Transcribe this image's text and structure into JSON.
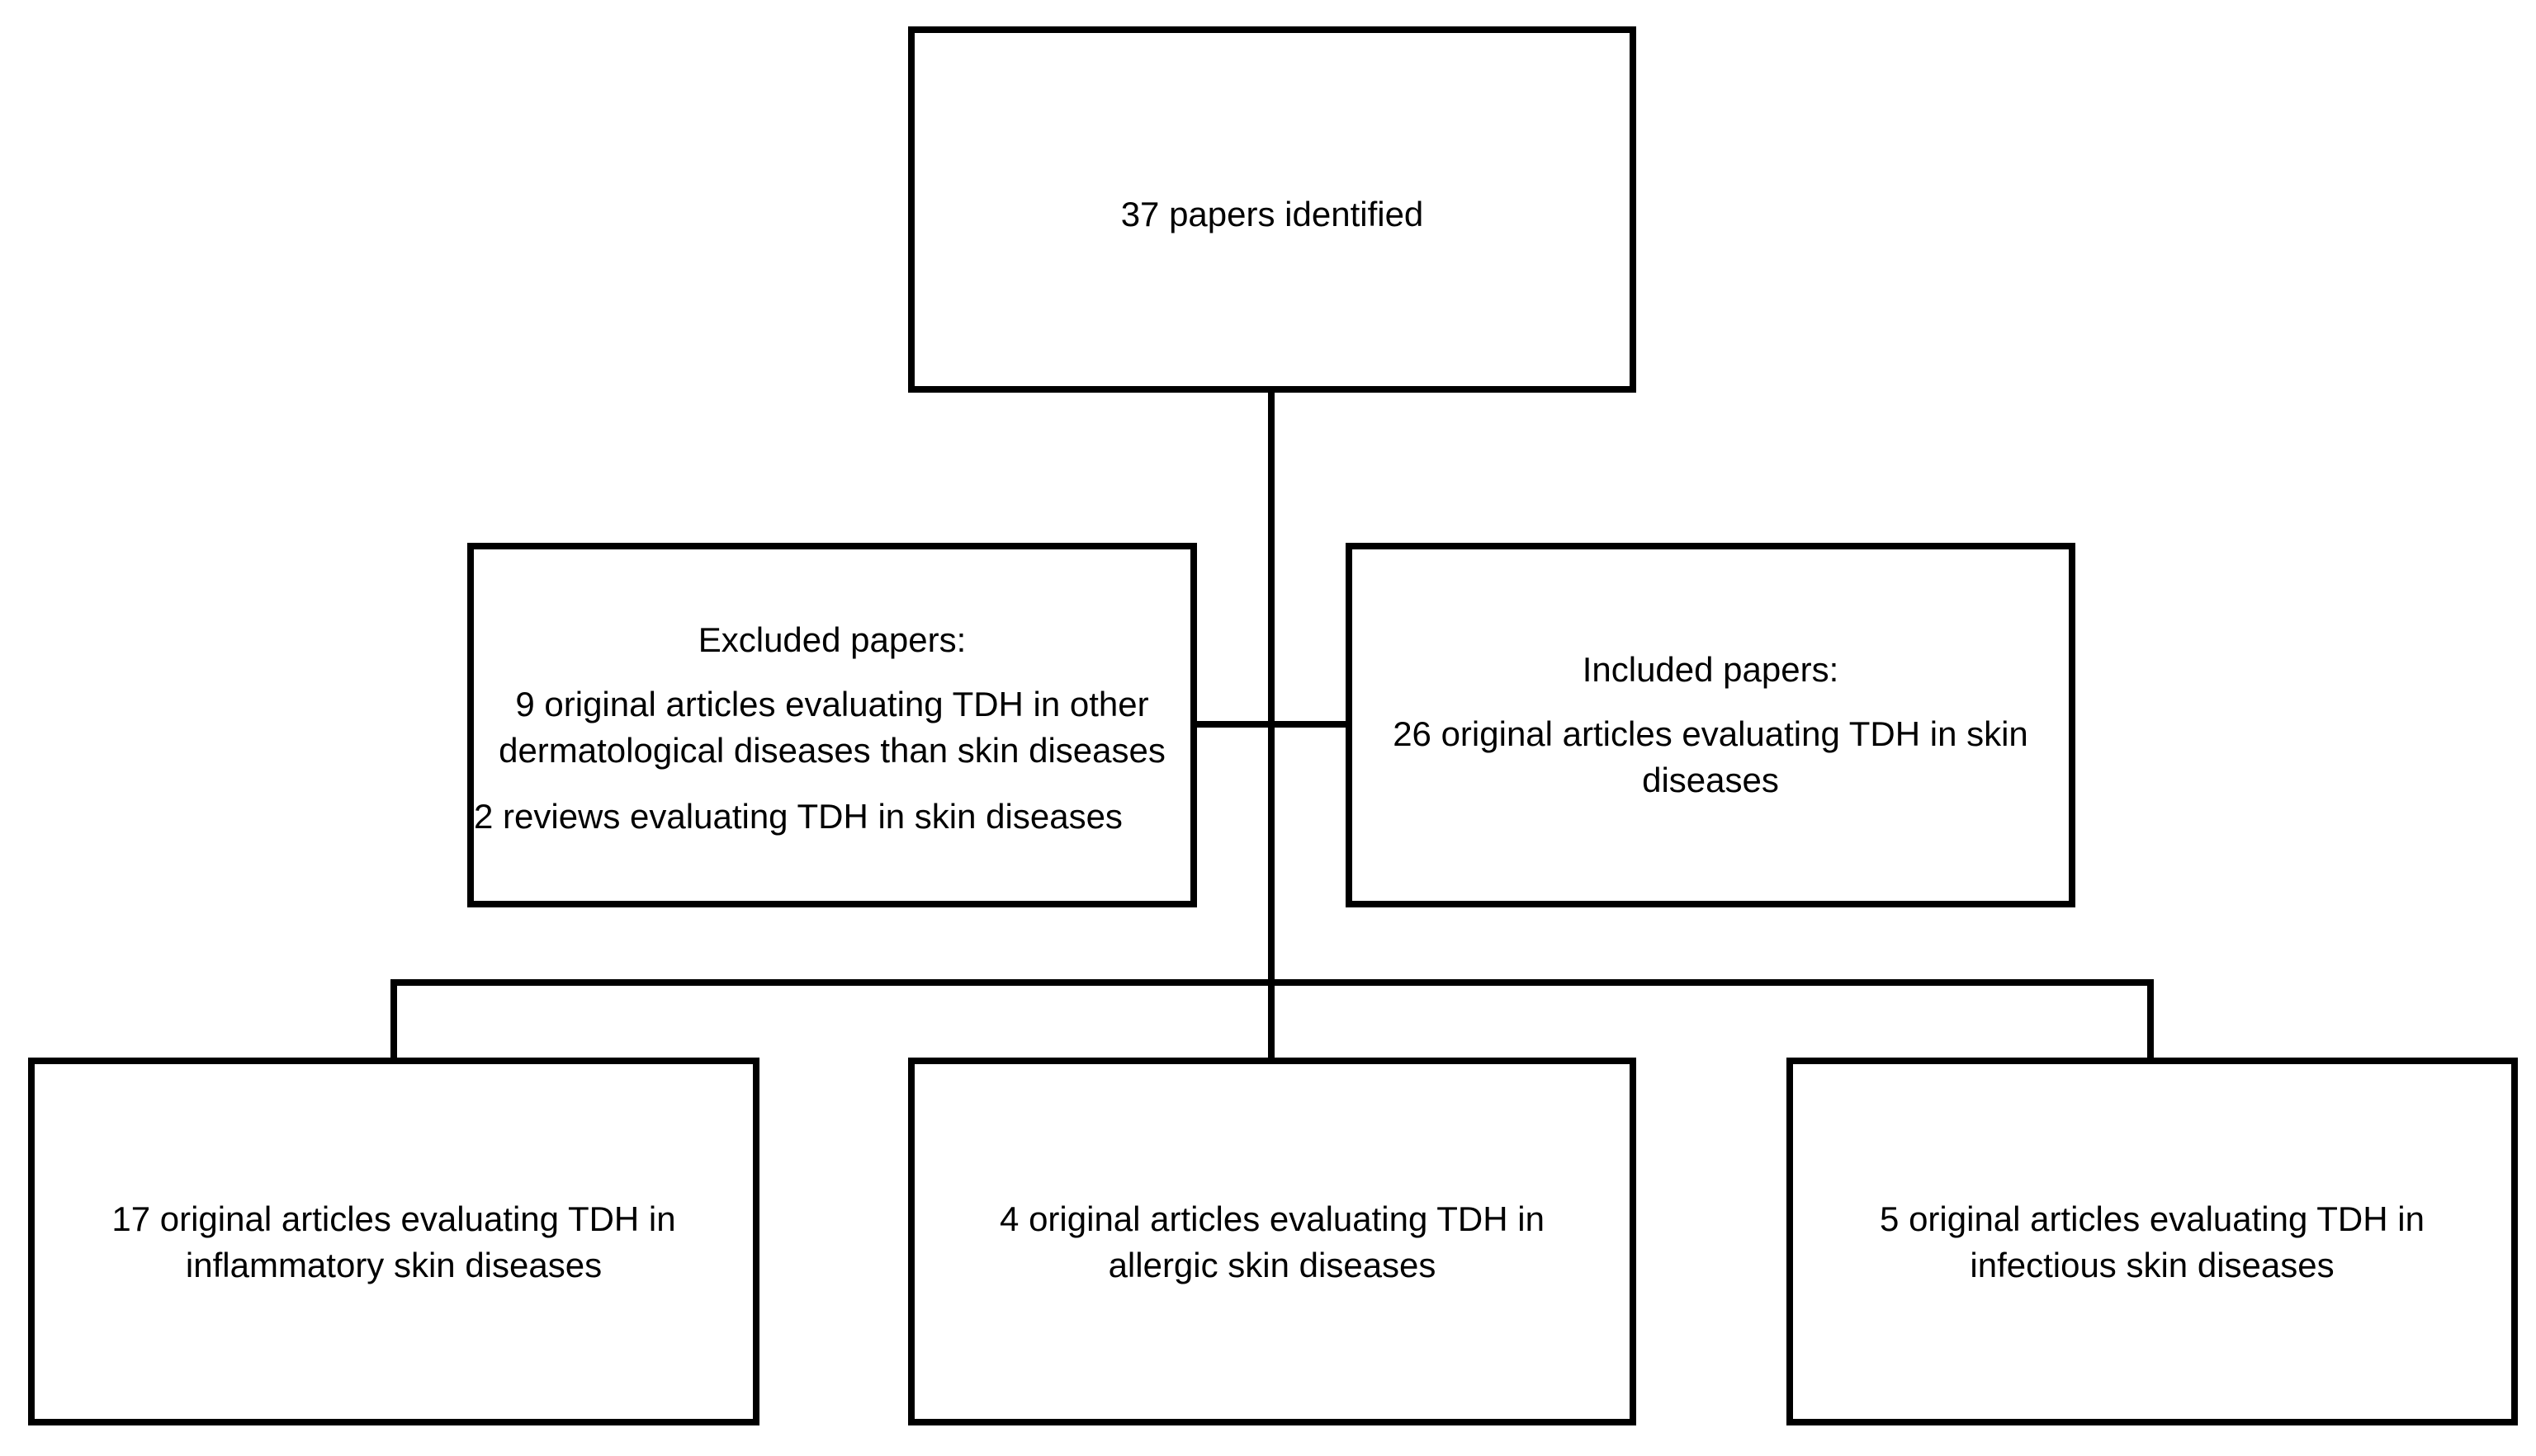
{
  "diagram": {
    "top_box": {
      "text": "37 papers identified"
    },
    "excluded_box": {
      "heading": "Excluded papers:",
      "item1_line1": "9 original articles evaluating TDH in other",
      "item1_line2": "dermatological diseases than skin diseases",
      "item2": "2 reviews evaluating TDH in skin diseases"
    },
    "included_box": {
      "heading": "Included papers:",
      "line1": "26 original articles evaluating TDH in skin",
      "line2": "diseases"
    },
    "bottom_boxes": [
      {
        "line1": "17 original articles evaluating TDH in",
        "line2": "inflammatory skin diseases"
      },
      {
        "line1": "4 original articles evaluating TDH in",
        "line2": "allergic skin diseases"
      },
      {
        "line1": "5 original articles  evaluating TDH in",
        "line2": "infectious skin diseases"
      }
    ]
  },
  "colors": {
    "stroke": "#000000",
    "background": "#ffffff"
  }
}
